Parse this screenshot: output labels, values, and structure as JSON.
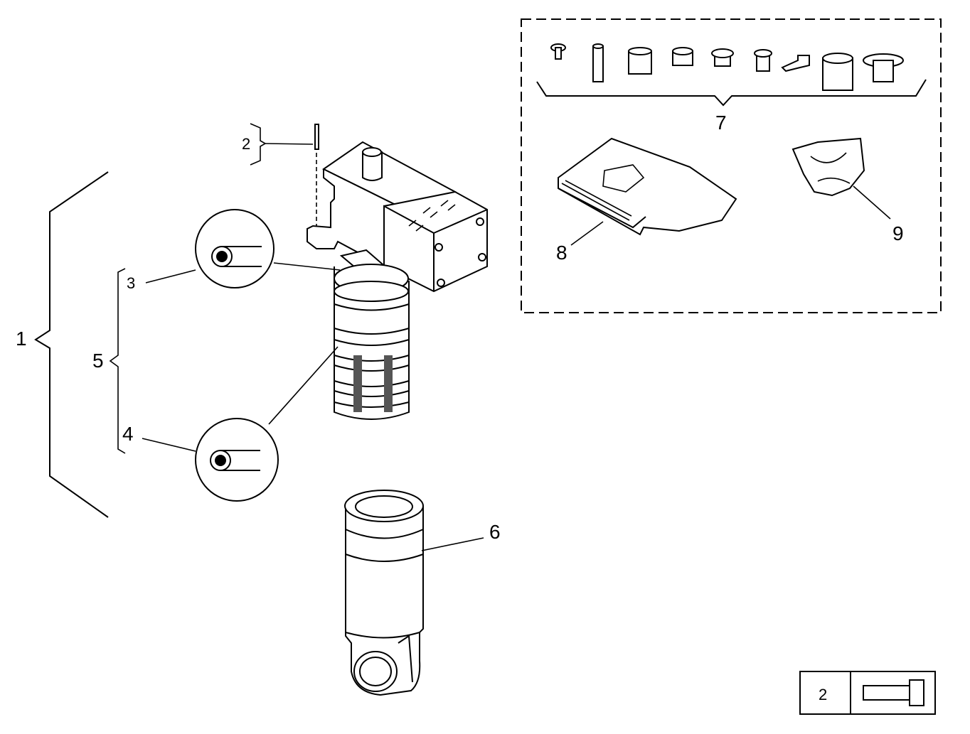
{
  "callouts": {
    "c1": "1",
    "c2": "2",
    "c3": "3",
    "c4": "4",
    "c5": "5",
    "c6": "6",
    "c7": "7",
    "c8": "8",
    "c9": "9"
  },
  "legend": {
    "number": "2",
    "icon": "bolt-icon"
  }
}
